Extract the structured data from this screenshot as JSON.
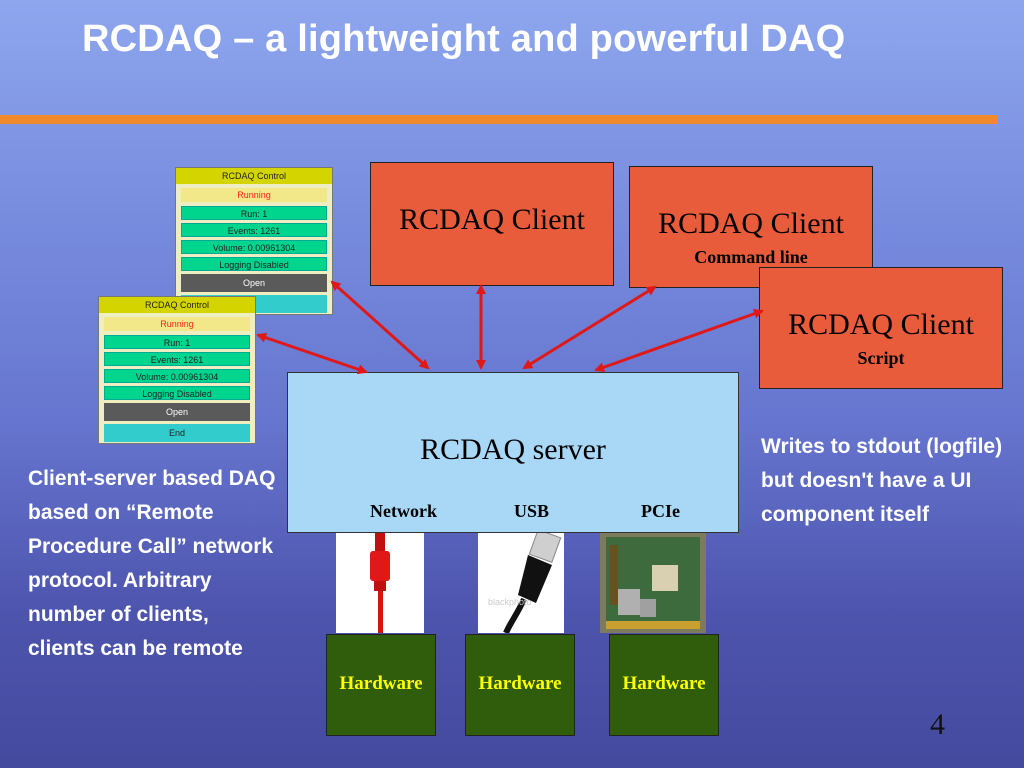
{
  "slide": {
    "title": "RCDAQ – a lightweight and powerful DAQ",
    "page_number": "4"
  },
  "clients": {
    "gui_control": {
      "title": "RCDAQ Control",
      "status": "Running",
      "run": "Run:    1",
      "events": "Events: 1261",
      "volume": "Volume: 0.00961304",
      "logging": "Logging Disabled",
      "open": "Open",
      "end": "End",
      "end_partial": "d"
    },
    "client1": {
      "title": "RCDAQ Client"
    },
    "client2": {
      "title": "RCDAQ Client",
      "subtitle": "Command line"
    },
    "client3": {
      "title": "RCDAQ Client",
      "subtitle": "Script"
    }
  },
  "server": {
    "title": "RCDAQ server",
    "interfaces": [
      "Network",
      "USB",
      "PCIe"
    ]
  },
  "hardware": [
    "Hardware",
    "Hardware",
    "Hardware"
  ],
  "notes": {
    "left": [
      "Client-server based DAQ",
      "based on “Remote",
      "Procedure Call” network",
      "protocol. Arbitrary",
      "number of clients,",
      "clients can be remote"
    ],
    "right": [
      "Writes to stdout (logfile)",
      "but doesn't have a UI",
      "component itself"
    ]
  },
  "colors": {
    "title_rule": "#f08a2c",
    "client_box": "#e85c3c",
    "server_box": "#a9d8f7",
    "hardware_box": "#2f5d0b",
    "hardware_text": "#ffff00",
    "arrow": "#e01818"
  }
}
